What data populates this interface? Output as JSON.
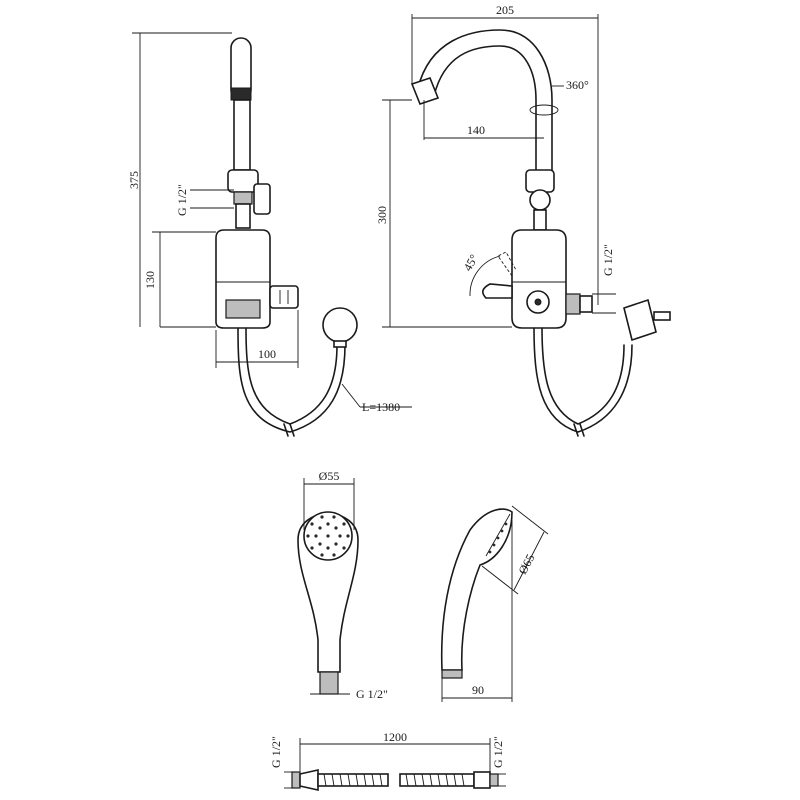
{
  "labels": {
    "side_height": "375",
    "side_thread": "G 1/2\"",
    "side_body_height": "130",
    "side_width": "100",
    "hose_length": "L=1380",
    "front_width": "205",
    "rotation": "360°",
    "spout_reach": "140",
    "front_height": "300",
    "lever_angle": "45°",
    "front_thread": "G 1/2\"",
    "head_diameter": "Ø55",
    "head_thread": "G 1/2\"",
    "head_side_diameter": "Ø65",
    "head_depth": "90",
    "hose_total": "1200",
    "hose_thread_left": "G 1/2\"",
    "hose_thread_right": "G 1/2\""
  }
}
